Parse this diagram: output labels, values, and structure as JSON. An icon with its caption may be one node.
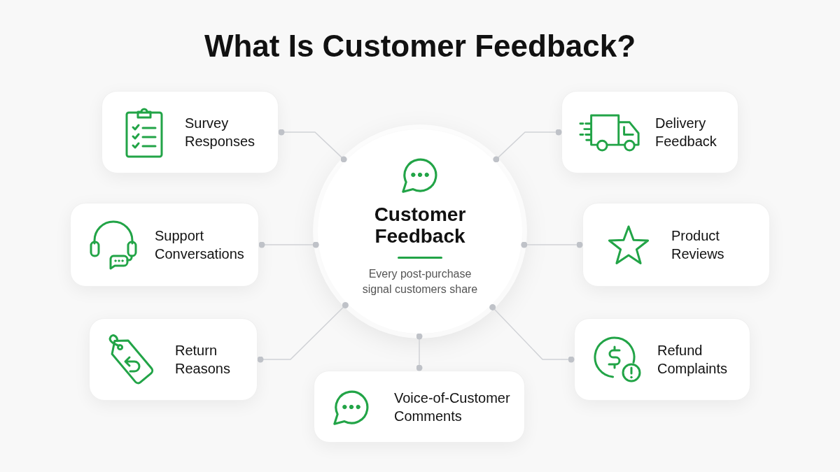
{
  "diagram": {
    "title": "What Is Customer Feedback?",
    "nodes": [
      {
        "text": [
          "Survey Responses"
        ]
      },
      {
        "text": [
          "Delivery Feedback"
        ]
      },
      {
        "text": [
          "Customer Feedback",
          "Every post-purchase signal customers share"
        ]
      },
      {
        "text": [
          "Support Conversations"
        ]
      },
      {
        "text": [
          "Product Reviews"
        ]
      },
      {
        "text": [
          "Return Reasons"
        ]
      },
      {
        "text": [
          "Refund Complaints"
        ]
      },
      {
        "text": [
          "Voice-of-Customer Comments"
        ]
      }
    ],
    "edges": [
      {
        "from": 0,
        "to": 2,
        "arrow": "other"
      },
      {
        "from": 1,
        "to": 2,
        "arrow": "other"
      },
      {
        "from": 3,
        "to": 2,
        "arrow": "other"
      },
      {
        "from": 4,
        "to": 2,
        "arrow": "other"
      },
      {
        "from": 5,
        "to": 2,
        "arrow": "other"
      },
      {
        "from": 6,
        "to": 2,
        "arrow": "other"
      },
      {
        "from": 7,
        "to": 2,
        "arrow": "other"
      }
    ]
  }
}
